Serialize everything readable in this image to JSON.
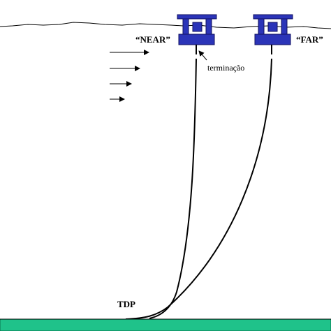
{
  "labels": {
    "near": "“NEAR”",
    "far": "“FAR”",
    "termination": "terminação",
    "tdp": "TDP"
  },
  "colors": {
    "platform": "#2b34b8",
    "platform_outline": "#101060",
    "seabed": "#1fc28a",
    "line": "#000000"
  },
  "icons": {
    "current_arrows": "arrow-right-icon",
    "platforms": "floating-platform-icon"
  }
}
